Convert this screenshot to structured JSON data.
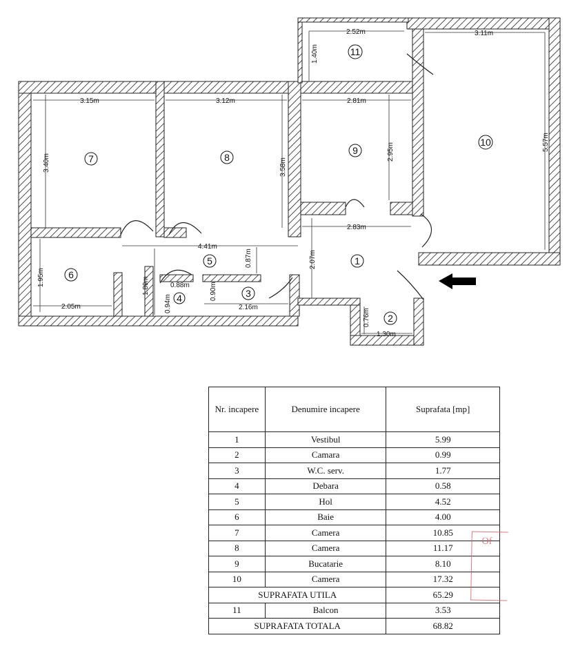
{
  "plan": {
    "arrow_color": "#000000",
    "dimensions": {
      "d1": "2.52m",
      "d2": "3.11m",
      "d3": "1.40m",
      "d4": "3.15m",
      "d5": "3.12m",
      "d6": "2.81m",
      "d7": "3.40m",
      "d8": "3.58m",
      "d9": "2.95m",
      "d10": "5.57m",
      "d11": "2.83m",
      "d12": "4.41m",
      "d13": "0.87m",
      "d14": "2.07m",
      "d15": "1.95m",
      "d16": "1.89m",
      "d17": "0.88m",
      "d18": "0.94m",
      "d19": "0.90m",
      "d20": "2.16m",
      "d21": "2.05m",
      "d22": "0.76m",
      "d23": "1.30m"
    },
    "rooms": {
      "r1": "1",
      "r2": "2",
      "r3": "3",
      "r4": "4",
      "r5": "5",
      "r6": "6",
      "r7": "7",
      "r8": "8",
      "r9": "9",
      "r10": "10",
      "r11": "11"
    }
  },
  "table": {
    "headers": {
      "nr": "Nr. incapere",
      "name": "Denumire incapere",
      "area": "Suprafata [mp]"
    },
    "rows": [
      {
        "nr": "1",
        "name": "Vestibul",
        "area": "5.99"
      },
      {
        "nr": "2",
        "name": "Camara",
        "area": "0.99"
      },
      {
        "nr": "3",
        "name": "W.C. serv.",
        "area": "1.77"
      },
      {
        "nr": "4",
        "name": "Debara",
        "area": "0.58"
      },
      {
        "nr": "5",
        "name": "Hol",
        "area": "4.52"
      },
      {
        "nr": "6",
        "name": "Baie",
        "area": "4.00"
      },
      {
        "nr": "7",
        "name": "Camera",
        "area": "10.85"
      },
      {
        "nr": "8",
        "name": "Camera",
        "area": "11.17"
      },
      {
        "nr": "9",
        "name": "Bucatarie",
        "area": "8.10"
      },
      {
        "nr": "10",
        "name": "Camera",
        "area": "17.32"
      }
    ],
    "utila": {
      "label": "SUPRAFATA UTILA",
      "area": "65.29"
    },
    "balcon": {
      "nr": "11",
      "name": "Balcon",
      "area": "3.53"
    },
    "totala": {
      "label": "SUPRAFATA TOTALA",
      "area": "68.82"
    }
  },
  "stamp": {
    "text": "Of",
    "color": "#c9656e"
  }
}
